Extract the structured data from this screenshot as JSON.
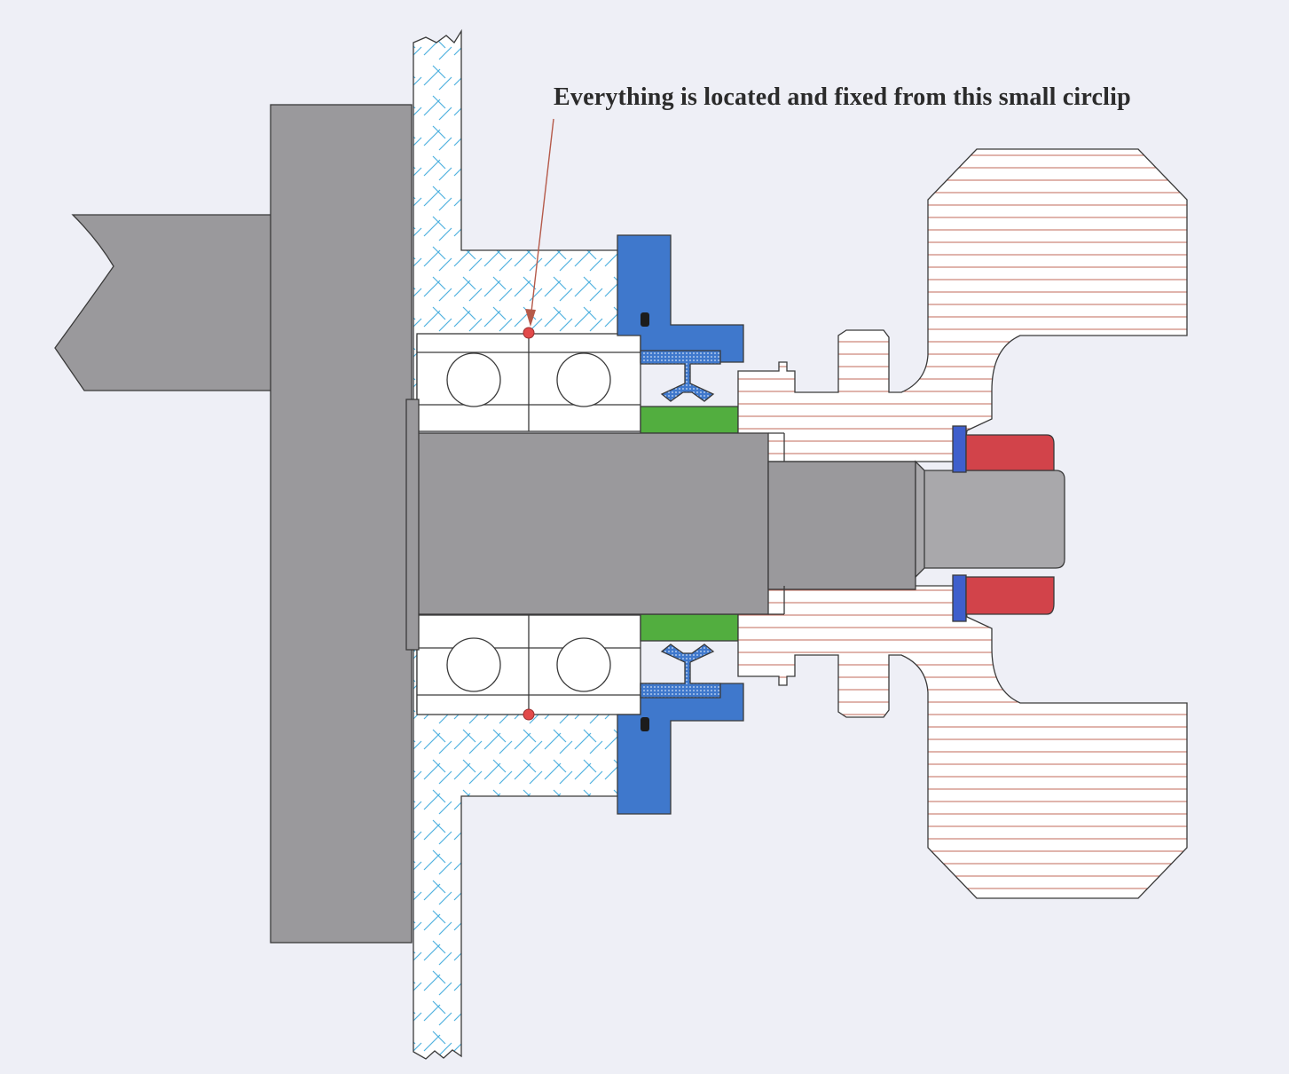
{
  "annotation": {
    "text": "Everything is located and fixed from this small circlip"
  },
  "colors": {
    "paper": "#eeeff6",
    "steel": "#9a999c",
    "steel_light": "#a9a8ab",
    "hatch_blue": "#4fb2df",
    "seal_blue": "#3f78cc",
    "spacer_green": "#52ae3f",
    "nut_red": "#d2434a",
    "gear_lines": "#c26a5a",
    "leader_line": "#b55a4a",
    "circlip": "#e24a4a"
  },
  "parts": {
    "motor_shaft": "motor-shaft",
    "flange": "drive-flange",
    "housing": "bearing-housing",
    "bearings": "ball-bearing",
    "seal_carrier": "seal-carrier",
    "lip_seal": "lip-seal",
    "spacer": "spacer-ring",
    "gear": "gear-hub",
    "nut": "lock-nut",
    "circlip": "circlip"
  }
}
